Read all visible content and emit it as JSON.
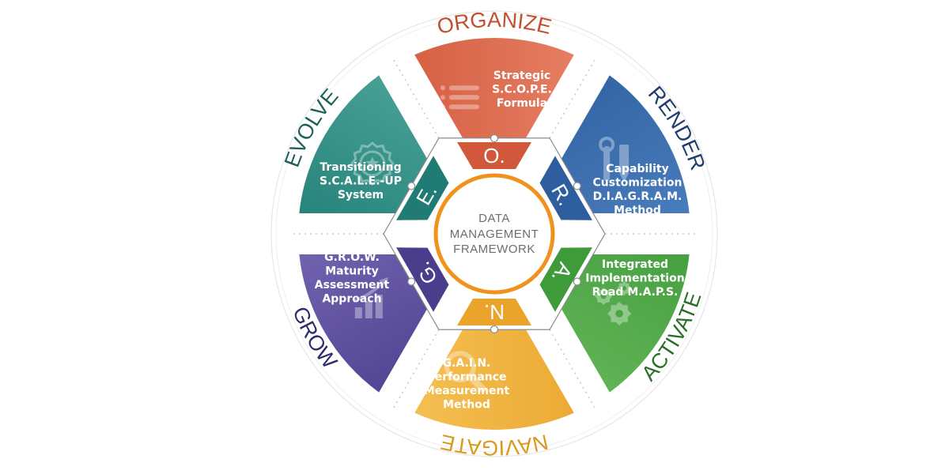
{
  "center": {
    "lines": [
      "DATA",
      "MANAGEMENT",
      "FRAMEWORK"
    ]
  },
  "segments": [
    {
      "key": "organize",
      "label": "ORGANIZE",
      "letter": "O.",
      "color": "#d2583c",
      "color2": "#e9866a",
      "icon": "list-icon",
      "lines": [
        "Strategic",
        "S.C.O.P.E.",
        "Formula"
      ]
    },
    {
      "key": "render",
      "label": "RENDER",
      "letter": "R.",
      "color": "#2e5e9e",
      "color2": "#4f83c3",
      "icon": "tools-icon",
      "lines": [
        "Capability",
        "Customization",
        "D.I.A.G.R.A.M.",
        "Method"
      ]
    },
    {
      "key": "activate",
      "label": "ACTIVATE",
      "letter": "A.",
      "color": "#3f9a3a",
      "color2": "#68b95c",
      "icon": "gears-icon",
      "lines": [
        "Integrated",
        "Implementation",
        "Road M.A.P.S."
      ]
    },
    {
      "key": "navigate",
      "label": "NAVIGATE",
      "letter": "N.",
      "color": "#eaa42c",
      "color2": "#f6c55a",
      "icon": "magnifier-icon",
      "lines": [
        "G.A.I.N.",
        "Performance",
        "Measurement",
        "Method"
      ]
    },
    {
      "key": "grow",
      "label": "GROW",
      "letter": "G.",
      "color": "#4a3d8c",
      "color2": "#7a6bb6",
      "icon": "growth-chart-icon",
      "lines": [
        "G.R.O.W.",
        "Maturity",
        "Assessment",
        "Approach"
      ]
    },
    {
      "key": "evolve",
      "label": "EVOLVE",
      "letter": "E.",
      "color": "#1f7b73",
      "color2": "#4fa89c",
      "icon": "badge-star-icon",
      "lines": [
        "Transitioning",
        "S.C.A.L.E.-UP",
        "System"
      ]
    }
  ],
  "colors": {
    "organize_label": "#c0502c",
    "render_label": "#1f3d6e",
    "activate_label": "#2a6e2a",
    "navigate_label": "#d99a1d",
    "grow_label": "#2e2a6b",
    "evolve_label": "#1e5f58",
    "ring_orange": "#f0931e"
  }
}
